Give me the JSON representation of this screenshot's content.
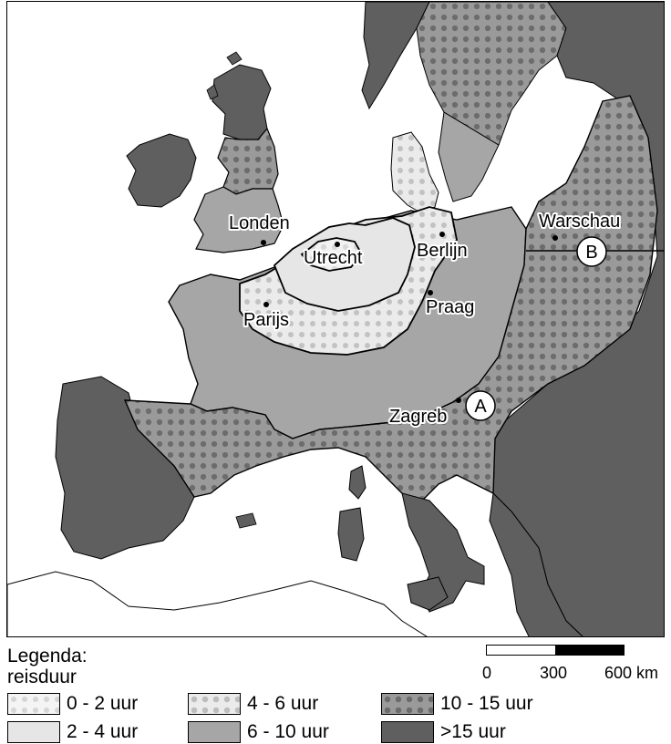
{
  "map": {
    "cities": [
      {
        "name": "Londen"
      },
      {
        "name": "Utrecht"
      },
      {
        "name": "Berlijn"
      },
      {
        "name": "Parijs"
      },
      {
        "name": "Praag"
      },
      {
        "name": "Warschau"
      },
      {
        "name": "Zagreb"
      }
    ],
    "markers": [
      {
        "label": "A"
      },
      {
        "label": "B"
      }
    ]
  },
  "legend": {
    "title_line1": "Legenda:",
    "title_line2": "reisduur",
    "items": [
      {
        "label": "0 - 2 uur",
        "fill": "#e6e6e6",
        "pattern": "dotted"
      },
      {
        "label": "2 - 4 uur",
        "fill": "#e6e6e6",
        "pattern": "none"
      },
      {
        "label": "4 - 6 uur",
        "fill": "#ebebeb",
        "pattern": "dotted"
      },
      {
        "label": "6 - 10 uur",
        "fill": "#a6a6a6",
        "pattern": "none"
      },
      {
        "label": "10 - 15 uur",
        "fill": "#9a9a9a",
        "pattern": "dotted"
      },
      {
        "label": ">15 uur",
        "fill": "#5f5f5f",
        "pattern": "none"
      }
    ]
  },
  "scale": {
    "ticks": [
      "0",
      "300",
      "600 km"
    ]
  }
}
